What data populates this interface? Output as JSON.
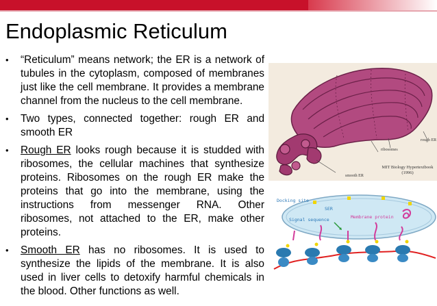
{
  "slide": {
    "title": "Endoplasmic Reticulum",
    "bullets": [
      {
        "text": "“Reticulum” means network; the ER is a network of tubules in the cytoplasm, composed of membranes just like the cell membrane.  It provides a membrane channel from the nucleus to the cell membrane."
      },
      {
        "text": "Two types, connected together: rough ER and smooth ER"
      },
      {
        "term": "Rough ER",
        "text": " looks rough because it is studded with ribosomes, the cellular machines that synthesize proteins.  Ribosomes on the rough ER make the proteins that go into the membrane, using the instructions from messenger RNA.    Other ribosomes, not attached to the ER, make other proteins."
      },
      {
        "term": "Smooth ER",
        "text": " has no ribosomes.   It is used to synthesize the lipids of the membrane.   It is also used in liver cells to detoxify harmful chemicals in the blood.  Other functions as well."
      }
    ]
  },
  "er_image": {
    "labels": {
      "rough": "rough ER",
      "ribosomes": "ribosomes",
      "smooth": "smooth ER"
    },
    "caption_line1": "MIT Biology Hypertextbook",
    "caption_line2": "(1996)"
  },
  "diagram": {
    "docking_site": "Docking site",
    "ser": "SER",
    "signal_sequence": "Signal sequence",
    "membrane_protein": "Membrane protein"
  },
  "colors": {
    "accent_red": "#c8112a",
    "er_pink": "#b0447d",
    "er_dark": "#6b2048"
  }
}
